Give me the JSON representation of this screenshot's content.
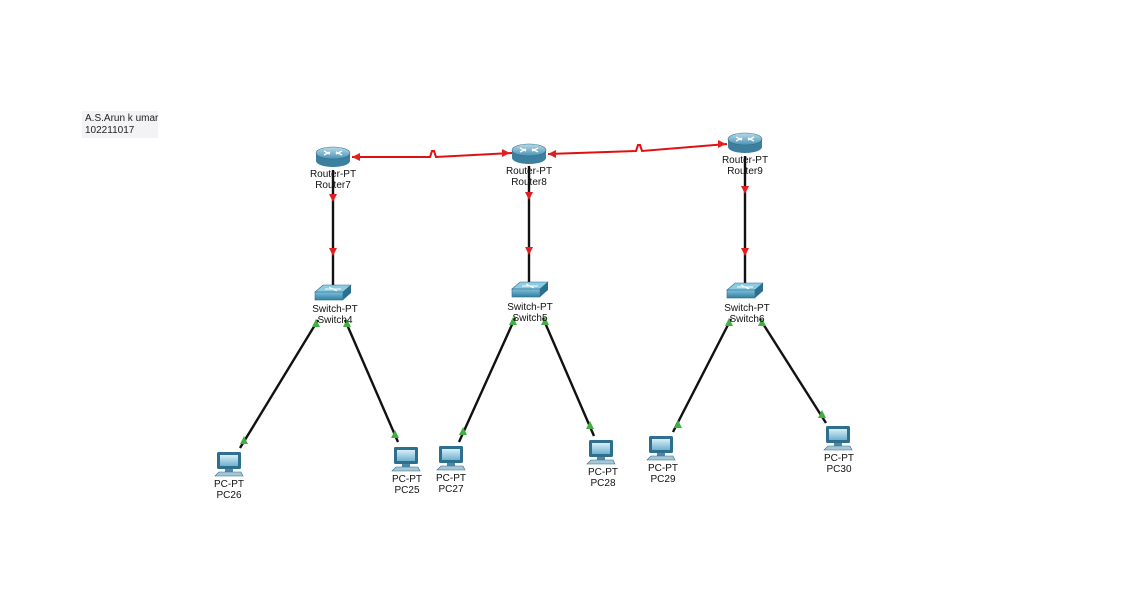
{
  "note": {
    "line1": "A.S.Arun k umar",
    "line2": "102211017"
  },
  "colors": {
    "serial_link": "#e01010",
    "ethernet_link": "#111111",
    "port_down": "#e02020",
    "port_up": "#40b040",
    "device_fill": "#3d8fb3"
  },
  "routers": [
    {
      "id": "r7",
      "type": "Router-PT",
      "name": "Router7"
    },
    {
      "id": "r8",
      "type": "Router-PT",
      "name": "Router8"
    },
    {
      "id": "r9",
      "type": "Router-PT",
      "name": "Router9"
    }
  ],
  "switches": [
    {
      "id": "s4",
      "type": "Switch-PT",
      "name": "Switch4"
    },
    {
      "id": "s5",
      "type": "Switch-PT",
      "name": "Switch5"
    },
    {
      "id": "s6",
      "type": "Switch-PT",
      "name": "Switch6"
    }
  ],
  "pcs": [
    {
      "id": "pc26",
      "type": "PC-PT",
      "name": "PC26"
    },
    {
      "id": "pc25",
      "type": "PC-PT",
      "name": "PC25"
    },
    {
      "id": "pc27",
      "type": "PC-PT",
      "name": "PC27"
    },
    {
      "id": "pc28",
      "type": "PC-PT",
      "name": "PC28"
    },
    {
      "id": "pc29",
      "type": "PC-PT",
      "name": "PC29"
    },
    {
      "id": "pc30",
      "type": "PC-PT",
      "name": "PC30"
    }
  ],
  "links": [
    {
      "from": "r7",
      "to": "r8",
      "kind": "serial",
      "status": "down"
    },
    {
      "from": "r8",
      "to": "r9",
      "kind": "serial",
      "status": "down"
    },
    {
      "from": "r7",
      "to": "s4",
      "kind": "ethernet",
      "status": "down"
    },
    {
      "from": "r8",
      "to": "s5",
      "kind": "ethernet",
      "status": "down"
    },
    {
      "from": "r9",
      "to": "s6",
      "kind": "ethernet",
      "status": "down"
    },
    {
      "from": "s4",
      "to": "pc26",
      "kind": "ethernet",
      "status": "up"
    },
    {
      "from": "s4",
      "to": "pc25",
      "kind": "ethernet",
      "status": "up"
    },
    {
      "from": "s5",
      "to": "pc27",
      "kind": "ethernet",
      "status": "up"
    },
    {
      "from": "s5",
      "to": "pc28",
      "kind": "ethernet",
      "status": "up"
    },
    {
      "from": "s6",
      "to": "pc29",
      "kind": "ethernet",
      "status": "up"
    },
    {
      "from": "s6",
      "to": "pc30",
      "kind": "ethernet",
      "status": "up"
    }
  ]
}
